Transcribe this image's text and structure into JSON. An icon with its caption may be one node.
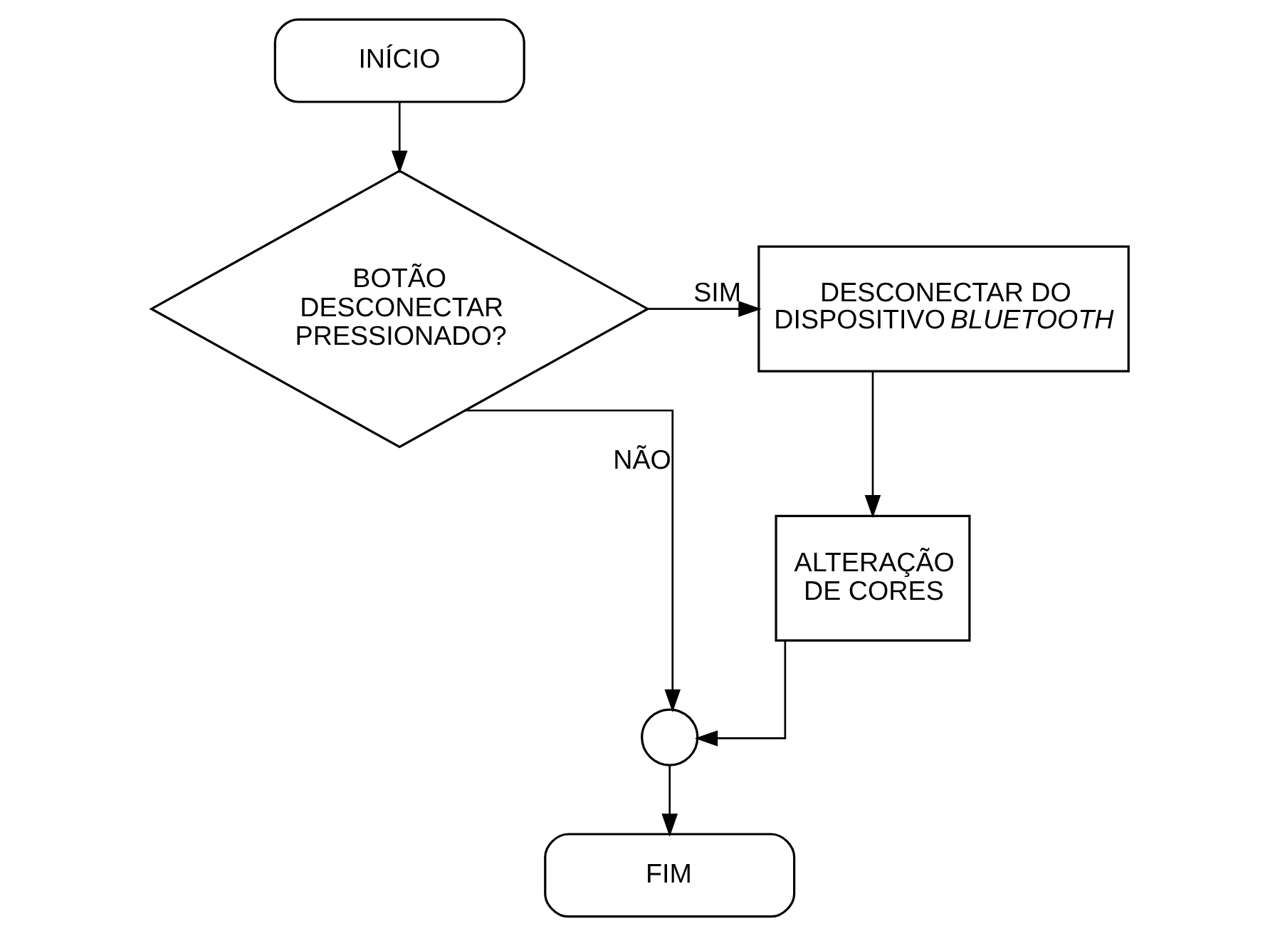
{
  "diagram": {
    "nodes": [
      {
        "text": [
          "INÍCIO"
        ]
      },
      {
        "text": [
          "BOTÃO DESCONECTAR PRESSIONADO?"
        ]
      },
      {
        "text": [
          "DESCONECTAR DO DISPOSITIVO *BLUETOOTH*"
        ]
      },
      {
        "text": [
          "ALTERAÇÃO DE CORES"
        ]
      },
      {
        "text": [],
        "shape": "circle"
      },
      {
        "text": [
          "FIM"
        ]
      }
    ],
    "edges": [
      {
        "from": 0,
        "to": 1,
        "arrow": "to"
      },
      {
        "from": 1,
        "to": 2,
        "arrow": "to",
        "label": "SIM"
      },
      {
        "from": 1,
        "to": 4,
        "arrow": "to",
        "label": "NÃO"
      },
      {
        "from": 2,
        "to": 3,
        "arrow": "to"
      },
      {
        "from": 3,
        "to": 4,
        "arrow": "to"
      },
      {
        "from": 4,
        "to": 5,
        "arrow": "to"
      }
    ]
  }
}
